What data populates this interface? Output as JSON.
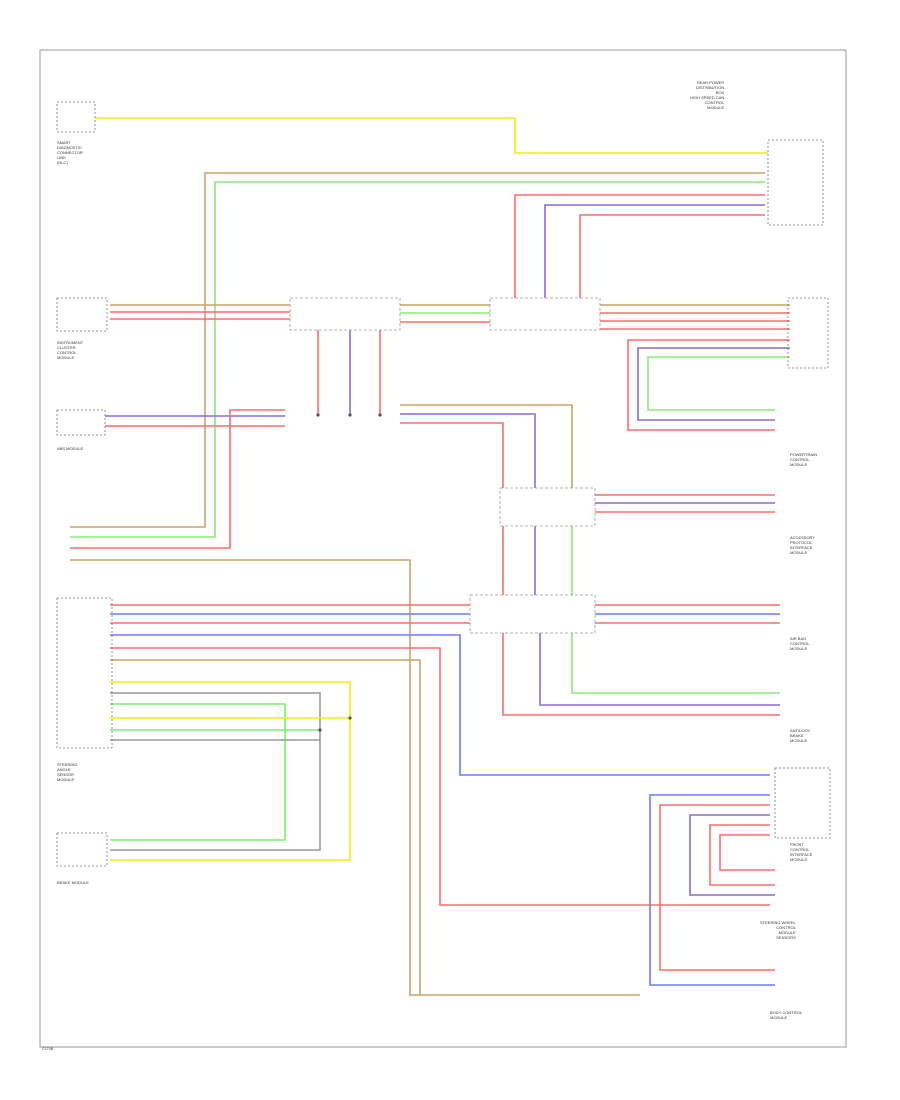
{
  "labels": {
    "top_left_module": "SMART\nDIAGNOSTIC\nCONNECTOR\nLINK\n(DLC)",
    "top_right_module": "REAR POWER\nDISTRIBUTION\nBOX\nHIGH SPEED CAN\nCONTROL\nMODULE",
    "left_upper_module": "INSTRUMENT\nCLUSTER\nCONTROL\nMODULE",
    "left_small_module": "ABS MODULE",
    "left_big_module": "STEERING\nANGLE\nSENSOR\nMODULE",
    "left_bottom_module": "BRAKE MODULE",
    "mid_module_1": "POWERTRAIN\nCONTROL\nMODULE",
    "mid_module_2": "ACCESSORY\nPROTOCOL\nINTERFACE\nMODULE",
    "mid_module_3": "AIR BAG\nCONTROL\nMODULE",
    "mid_module_4": "ANTILOCK\nBRAKE\nMODULE",
    "right_low_1": "FRONT\nCONTROL\nINTERFACE\nMODULE",
    "right_low_2": "STEERING WHEEL\nCONTROL\nMODULE\nSENSORS",
    "right_low_3": "BODY CONTROL\nMODULE",
    "footer_code": "C174B"
  }
}
